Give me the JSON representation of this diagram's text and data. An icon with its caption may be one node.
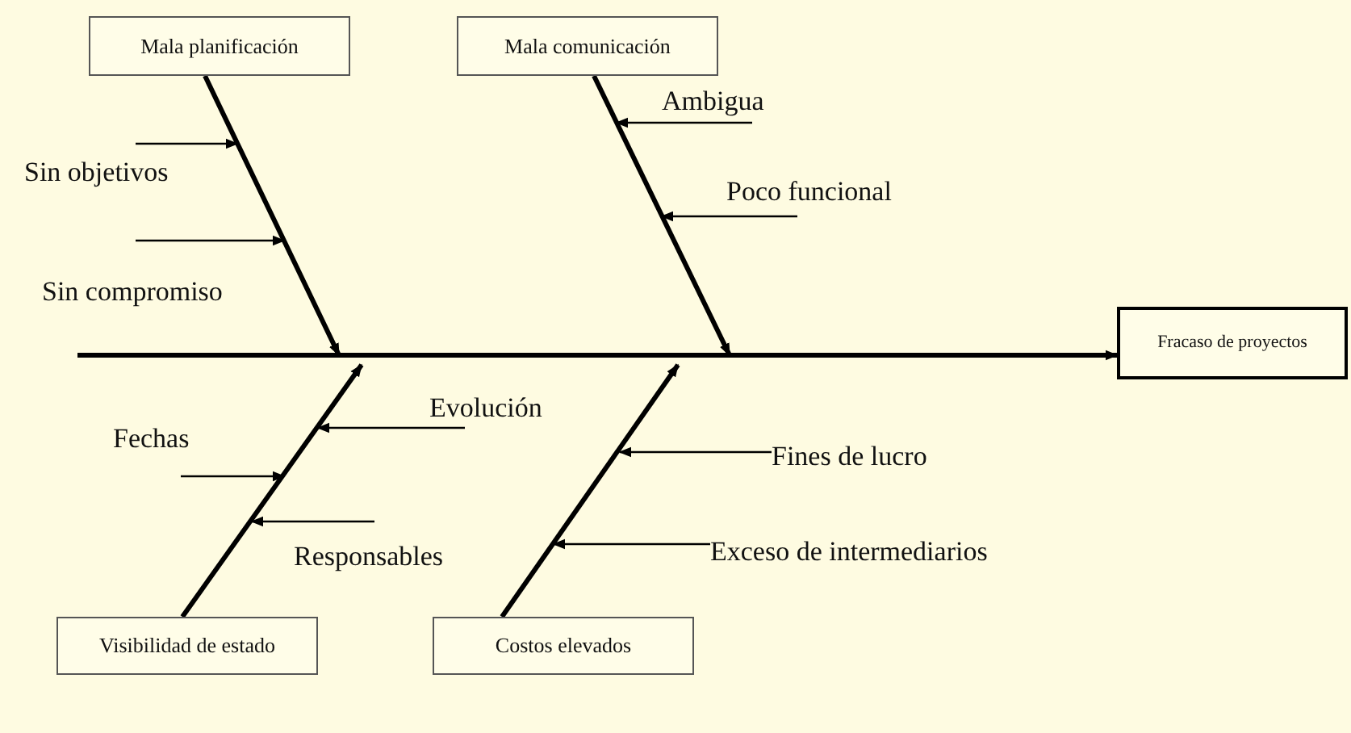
{
  "diagram": {
    "nodes": [
      {
        "text": [
          "Mala planificación"
        ]
      },
      {
        "text": [
          "Mala comunicación"
        ]
      },
      {
        "text": [
          "Ambigua"
        ]
      },
      {
        "text": [
          "Sin objetivos"
        ]
      },
      {
        "text": [
          "Poco funcional"
        ]
      },
      {
        "text": [
          "Sin compromiso"
        ]
      },
      {
        "text": [
          "Fracaso de proyectos"
        ]
      },
      {
        "text": [
          "Evolución"
        ]
      },
      {
        "text": [
          "Fechas"
        ]
      },
      {
        "text": [
          "Fines de lucro"
        ]
      },
      {
        "text": [
          "Responsables"
        ]
      },
      {
        "text": [
          "Exceso de intermediarios"
        ]
      },
      {
        "text": [
          "Visibilidad  de estado"
        ]
      },
      {
        "text": [
          "Costos elevados"
        ]
      }
    ],
    "edges": [
      {
        "from": 0,
        "to": null,
        "arrow": "to",
        "style": "thick"
      },
      {
        "from": 1,
        "to": null,
        "arrow": "to",
        "style": "thick"
      },
      {
        "from": 12,
        "to": null,
        "arrow": "to",
        "style": "thick"
      },
      {
        "from": 13,
        "to": null,
        "arrow": "to",
        "style": "thick"
      },
      {
        "from": null,
        "to": 6,
        "arrow": "to",
        "style": "thick"
      },
      {
        "from": 3,
        "to": null,
        "arrow": "to"
      },
      {
        "from": 5,
        "to": null,
        "arrow": "to"
      },
      {
        "from": 2,
        "to": null,
        "arrow": "to"
      },
      {
        "from": 4,
        "to": null,
        "arrow": "to"
      },
      {
        "from": 7,
        "to": null,
        "arrow": "to"
      },
      {
        "from": 8,
        "to": null,
        "arrow": "to"
      },
      {
        "from": 10,
        "to": null,
        "arrow": "to"
      },
      {
        "from": 9,
        "to": null,
        "arrow": "to"
      },
      {
        "from": 11,
        "to": null,
        "arrow": "to"
      }
    ]
  }
}
